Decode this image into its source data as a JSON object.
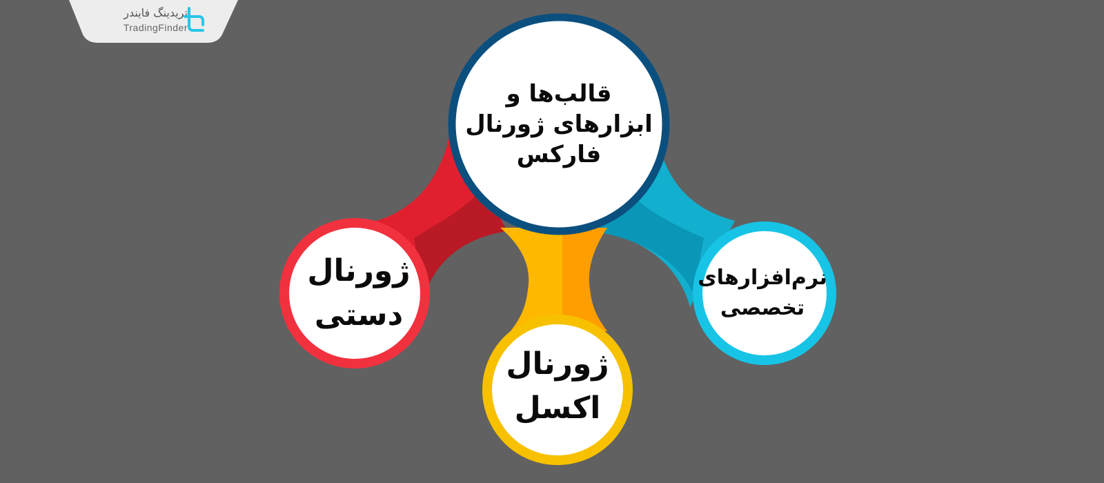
{
  "logo": {
    "name_fa": "تریدینگ فایندر",
    "name_en": "TradingFinder",
    "icon": "tradingfinder-logo-icon"
  },
  "nodes": {
    "main": {
      "label": "قالب‌ها و ابزارهای ژورنال فارکس",
      "ring_color": "#0B4F7E"
    },
    "manual": {
      "label": "ژورنال دستی",
      "ring_color": "#F2313F"
    },
    "excel": {
      "label": "ژورنال اکسل",
      "ring_color": "#F7C100"
    },
    "software": {
      "label": "نرم‌افزارهای تخصصی",
      "ring_color": "#17C4E6"
    }
  },
  "colors": {
    "background": "#616161",
    "red_branch": "#E0202E",
    "red_branch_shade": "#B91A26",
    "yellow_branch": "#FFB800",
    "yellow_branch_shade": "#FF9E00",
    "teal_branch": "#13AFCF",
    "teal_branch_shade": "#0A96B6",
    "logo_accent": "#27C6E8"
  }
}
